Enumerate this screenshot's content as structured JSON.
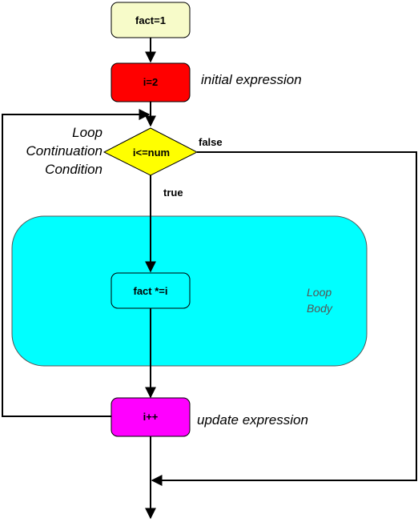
{
  "nodes": {
    "init_fact": {
      "label": "fact=1",
      "fill": "#f7fbc9"
    },
    "init_i": {
      "label": "i=2",
      "fill": "#ff0000"
    },
    "condition": {
      "label": "i<=num",
      "fill": "#ffff00"
    },
    "body_stmt": {
      "label": "fact *=i",
      "fill": "#00ffff"
    },
    "update": {
      "label": "i++",
      "fill": "#ff00ff"
    }
  },
  "loop_body": {
    "line1": "Loop",
    "line2": "Body",
    "fill": "#00ffff"
  },
  "annotations": {
    "initial": "initial expression",
    "condition_line1": "Loop",
    "condition_line2": "Continuation",
    "condition_line3": "Condition",
    "update": "update expression"
  },
  "edges": {
    "true_label": "true",
    "false_label": "false"
  },
  "colors": {
    "line": "#000000",
    "stroke": "#000000"
  }
}
